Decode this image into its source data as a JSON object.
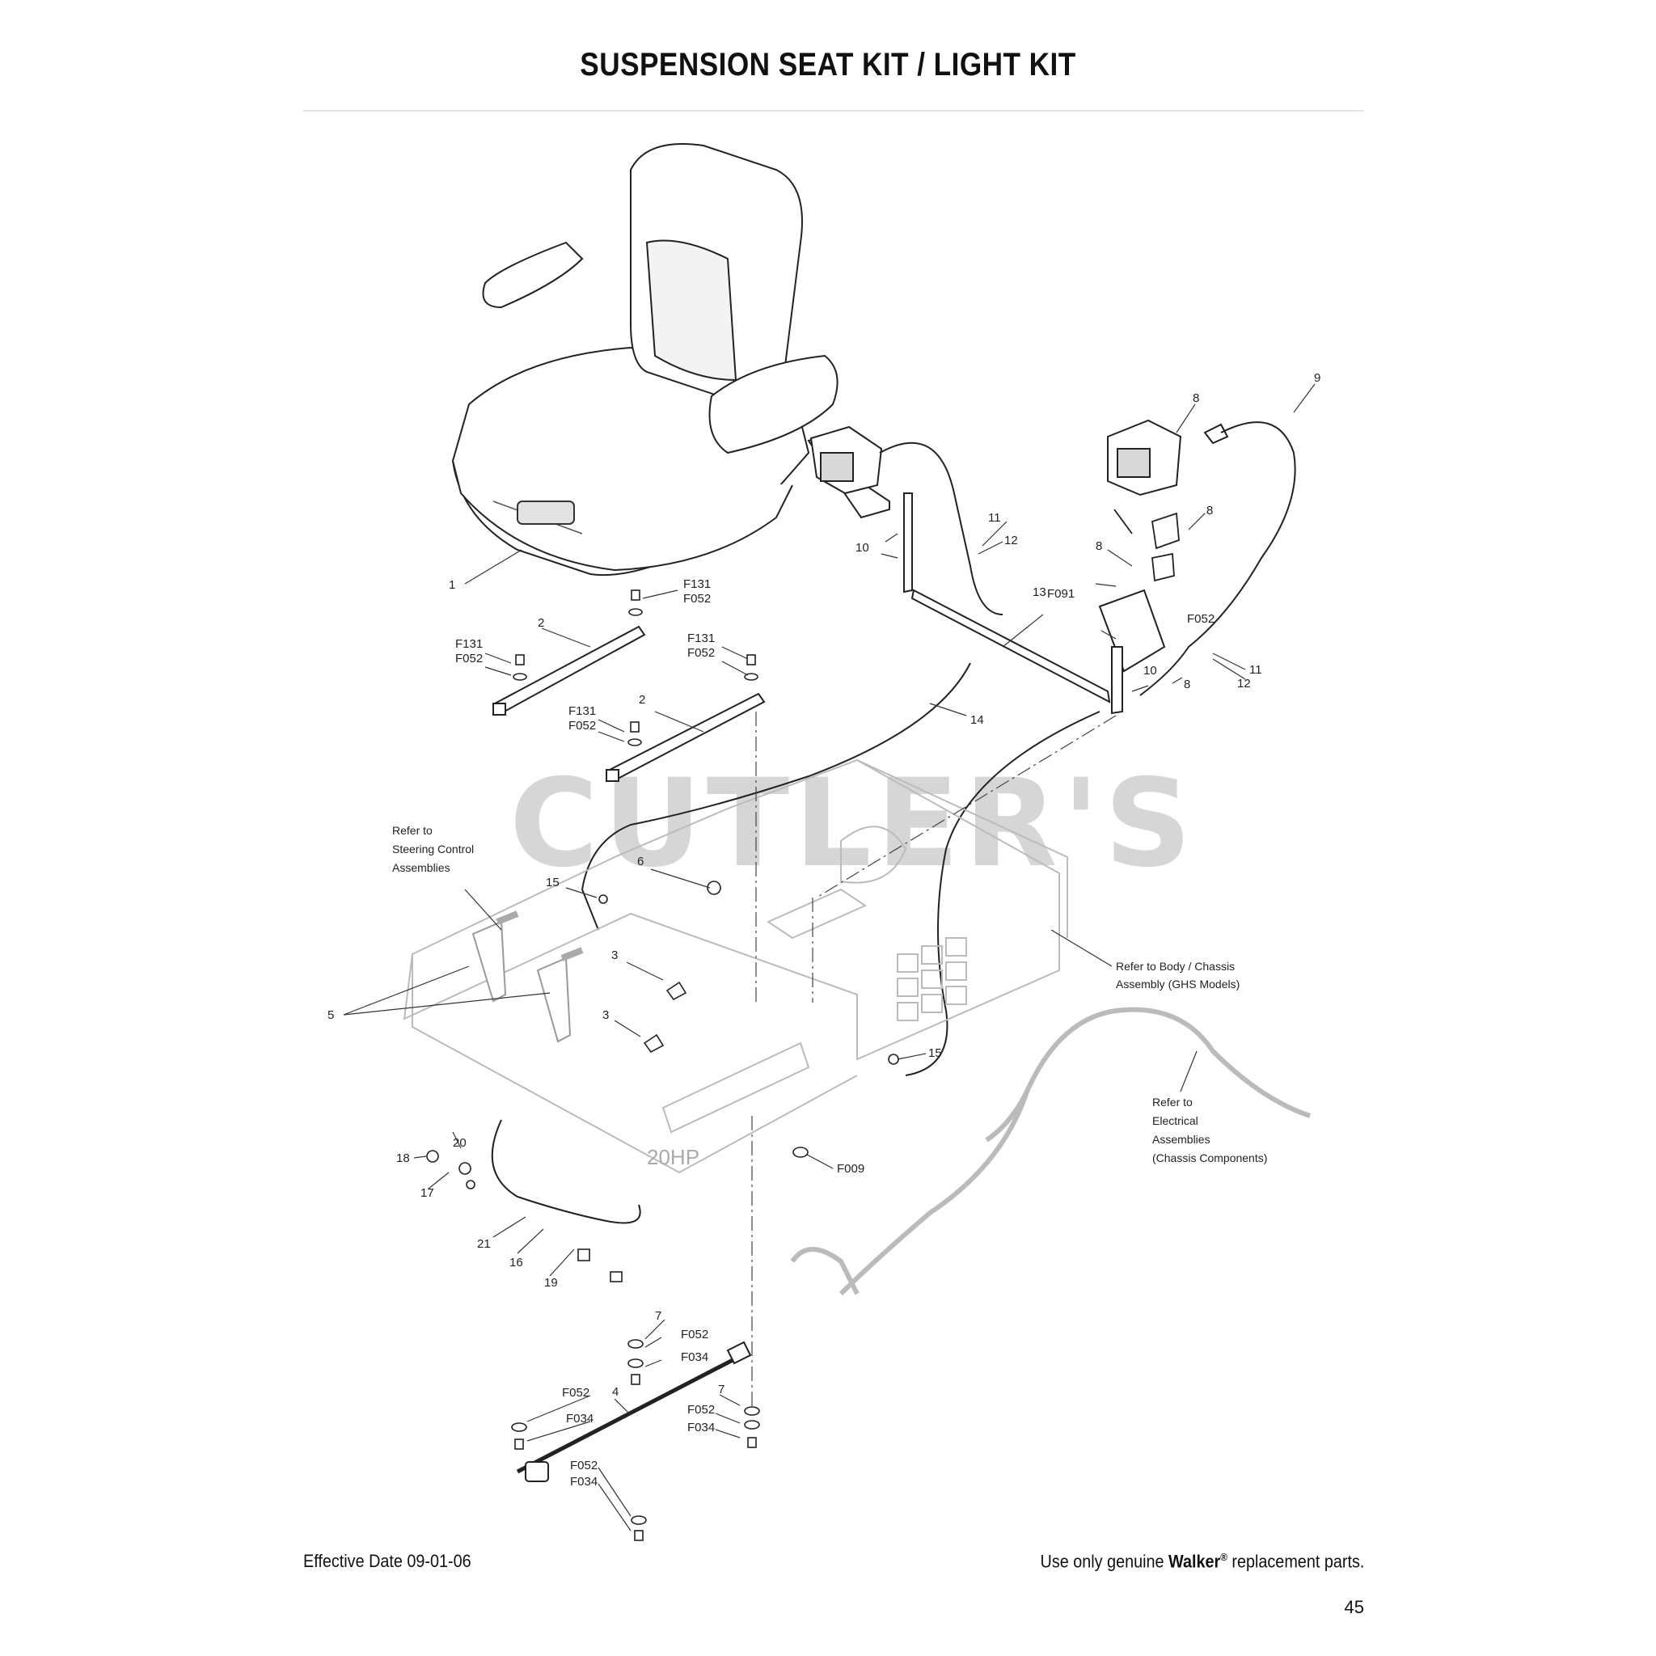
{
  "header": {
    "title": "SUSPENSION SEAT KIT / LIGHT KIT"
  },
  "footer": {
    "effective_date": "Effective Date 09-01-06",
    "notice_prefix": "Use only genuine ",
    "brand": "Walker",
    "registered": "®",
    "notice_suffix": " replacement parts.",
    "page_number": "45"
  },
  "watermark": "CUTLER'S",
  "callouts": {
    "c1": "1",
    "c2a": "2",
    "c2b": "2",
    "f131a": "F131",
    "f052a": "F052",
    "f131b": "F131",
    "f052b": "F052",
    "f131c": "F131",
    "f052c": "F052",
    "f131d": "F131",
    "f052d": "F052",
    "c8a": "8",
    "c9": "9",
    "c8b": "8",
    "c8c": "8",
    "c8d": "8",
    "c10a": "10",
    "c10b": "10",
    "c11a": "11",
    "c12a": "12",
    "c11b": "11",
    "c12b": "12",
    "c13": "13",
    "c14": "14",
    "f091": "F091",
    "f052e": "F052",
    "c15a": "15",
    "c15b": "15",
    "c6": "6",
    "c3a": "3",
    "c3b": "3",
    "c5": "5",
    "f009": "F009",
    "c18": "18",
    "c20": "20",
    "c17": "17",
    "c21": "21",
    "c16": "16",
    "c19": "19",
    "c7a": "7",
    "f052f": "F052",
    "f034a": "F034",
    "c4": "4",
    "f052g": "F052",
    "f034b": "F034",
    "c7b": "7",
    "f052h": "F052",
    "f034c": "F034",
    "f052i": "F052",
    "f034d": "F034",
    "engine_label": "20HP"
  },
  "notes": {
    "steering_1": "Refer to",
    "steering_2": "Steering Control",
    "steering_3": "Assemblies",
    "body_1": "Refer to Body / Chassis",
    "body_2": "Assembly (GHS Models)",
    "elec_1": "Refer to",
    "elec_2": "Electrical",
    "elec_3": "Assemblies",
    "elec_4": "(Chassis Components)"
  }
}
